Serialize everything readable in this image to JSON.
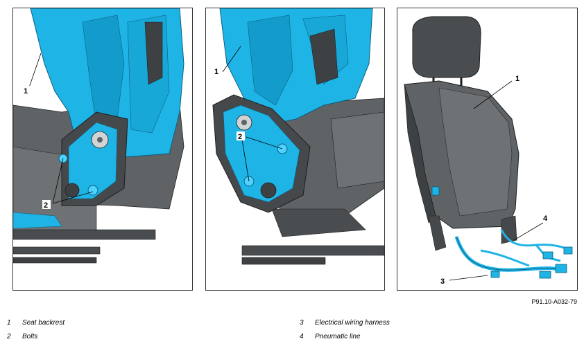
{
  "panels": [
    {
      "callouts": [
        "1",
        "2"
      ]
    },
    {
      "callouts": [
        "1",
        "2"
      ]
    },
    {
      "callouts": [
        "1",
        "3",
        "4"
      ]
    }
  ],
  "figure_ref": "P91.10-A032-79",
  "legend": [
    {
      "num": "1",
      "label": "Seat backrest"
    },
    {
      "num": "2",
      "label": "Bolts"
    },
    {
      "num": "3",
      "label": "Electrical wiring harness"
    },
    {
      "num": "4",
      "label": "Pneumatic line"
    }
  ],
  "colors": {
    "highlight": "#1fb4e6",
    "part": "#5f6366",
    "part_dark": "#3e4143",
    "line": "#1e1e1e"
  }
}
